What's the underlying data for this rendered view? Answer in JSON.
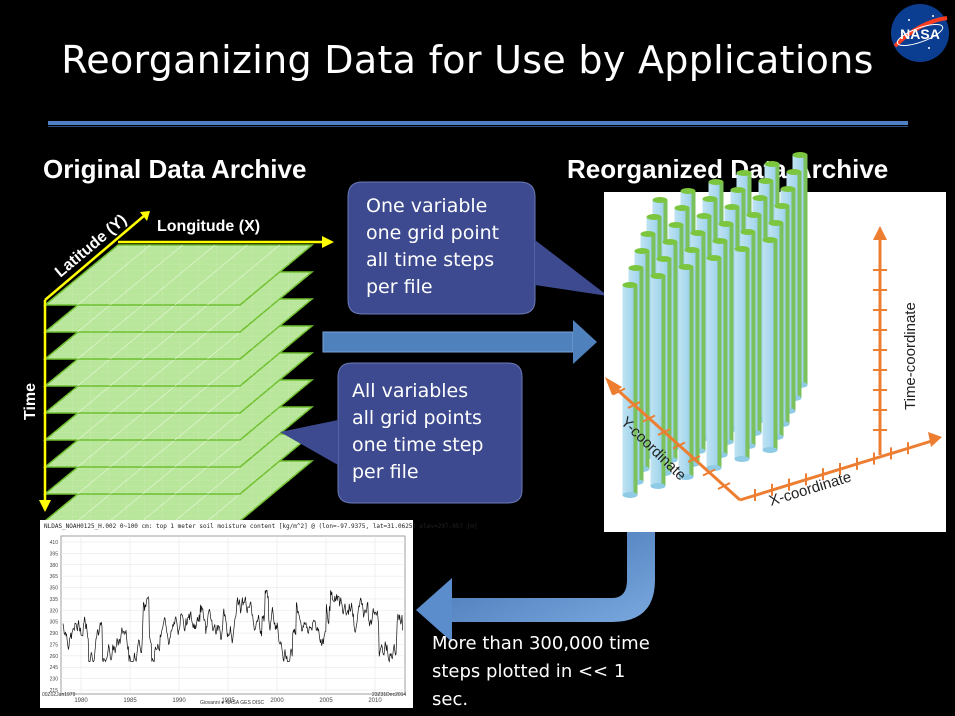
{
  "slide": {
    "title": "Reorganizing Data for Use by Applications",
    "left_heading": "Original Data Archive",
    "right_heading": "Reorganized Data Archive",
    "logo_text": "NASA"
  },
  "left_diagram": {
    "longitude_label": "Longitude (X)",
    "latitude_label": "Latitude (Y)",
    "time_label": "Time"
  },
  "callouts": [
    {
      "lines": [
        "One variable",
        "one grid point",
        "all time steps",
        "per file"
      ]
    },
    {
      "lines": [
        "All variables",
        "all grid points",
        "one time step",
        "per file"
      ]
    }
  ],
  "right_diagram": {
    "x_label": "X-coordinate",
    "y_label": "Y-coordinate",
    "t_label": "Time-coordinate"
  },
  "timeseries": {
    "header": "NLDAS_NOAH0125_H.002 0~100 cm: top 1 meter soil moisture content [kg/m^2] @ (lon=-97.9375, lat=31.0625) elev=297.057 [m]",
    "start_label": "00Z02Jan1979",
    "end_label": "23Z31Dec2014",
    "credit": "Giovanni  ●  NASA GES DISC",
    "y_ticks": [
      "410",
      "395",
      "380",
      "365",
      "350",
      "335",
      "320",
      "305",
      "290",
      "275",
      "260",
      "245",
      "230",
      "215"
    ],
    "x_ticks": [
      "1980",
      "1985",
      "1990",
      "1995",
      "2000",
      "2005",
      "2010"
    ]
  },
  "note": {
    "lines": [
      "More than 300,000 time",
      "steps plotted in << 1",
      "sec."
    ]
  },
  "colors": {
    "background": "#000000",
    "callout_fill": "#3d4a8f",
    "grid_green": "#7bc63e",
    "axis_yellow": "#ffff00",
    "arrow_blue": "#4f81bd",
    "axis_orange": "#ed7d31"
  }
}
